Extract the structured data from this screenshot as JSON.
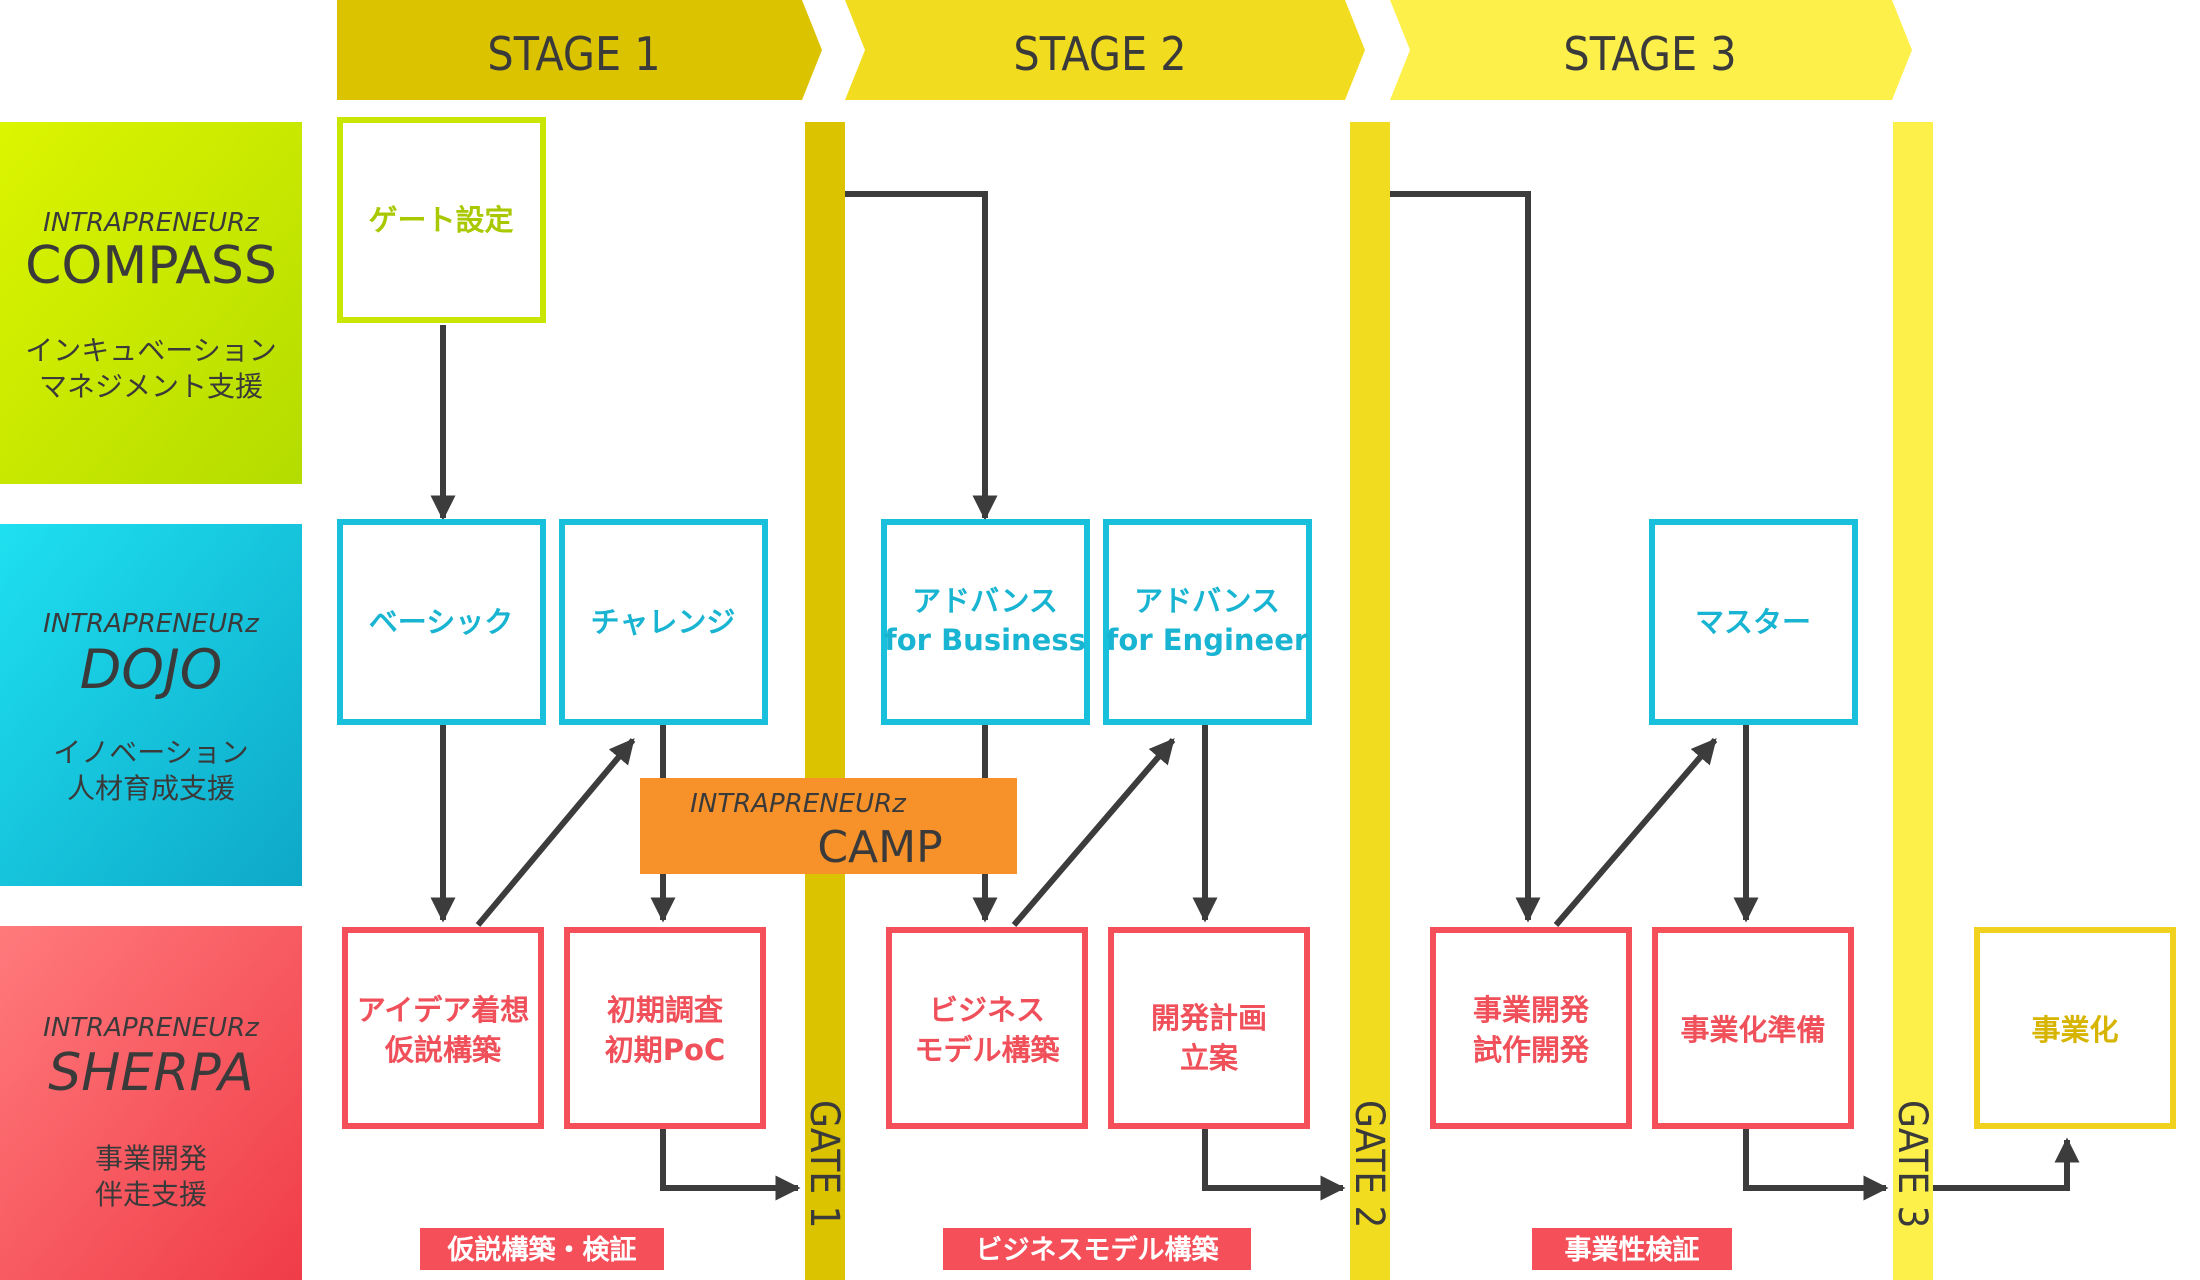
{
  "colors": {
    "stage1": "#dcc300",
    "stage2": "#f2dc1f",
    "stage3": "#fdf04a",
    "compass": "#c8e600",
    "dojo": "#18c0dc",
    "sherpa": "#f5505a",
    "camp": "#f7922a",
    "arrow": "#3c3c3c",
    "final": "#f0d21e"
  },
  "stages": [
    "STAGE 1",
    "STAGE 2",
    "STAGE 3"
  ],
  "gates": [
    "GATE 1",
    "GATE 2",
    "GATE 3"
  ],
  "lanes": {
    "compass": {
      "brand": "INTRAPRENEURz",
      "name": "COMPASS",
      "desc1": "インキュベーション",
      "desc2": "マネジメント支援"
    },
    "dojo": {
      "brand": "INTRAPRENEURz",
      "name": "DOJO",
      "desc1": "イノベーション",
      "desc2": "人材育成支援"
    },
    "sherpa": {
      "brand": "INTRAPRENEURz",
      "name": "SHERPA",
      "desc1": "事業開発",
      "desc2": "伴走支援"
    }
  },
  "boxes": {
    "gate_setting": "ゲート設定",
    "basic": "ベーシック",
    "challenge": "チャレンジ",
    "advance_business_1": "アドバンス",
    "advance_business_2": "for Business",
    "advance_engineer_1": "アドバンス",
    "advance_engineer_2": "for Engineer",
    "master": "マスター",
    "idea_1": "アイデア着想",
    "idea_2": "仮説構築",
    "initial_1": "初期調査",
    "initial_2": "初期PoC",
    "bizmodel_1": "ビジネス",
    "bizmodel_2": "モデル構築",
    "devplan_1": "開発計画",
    "devplan_2": "立案",
    "bizdev_1": "事業開発",
    "bizdev_2": "試作開発",
    "bizprep": "事業化準備",
    "commercialization": "事業化"
  },
  "camp": {
    "brand": "INTRAPRENEURz",
    "name": "CAMP"
  },
  "tags": [
    "仮説構築・検証",
    "ビジネスモデル構築",
    "事業性検証"
  ]
}
